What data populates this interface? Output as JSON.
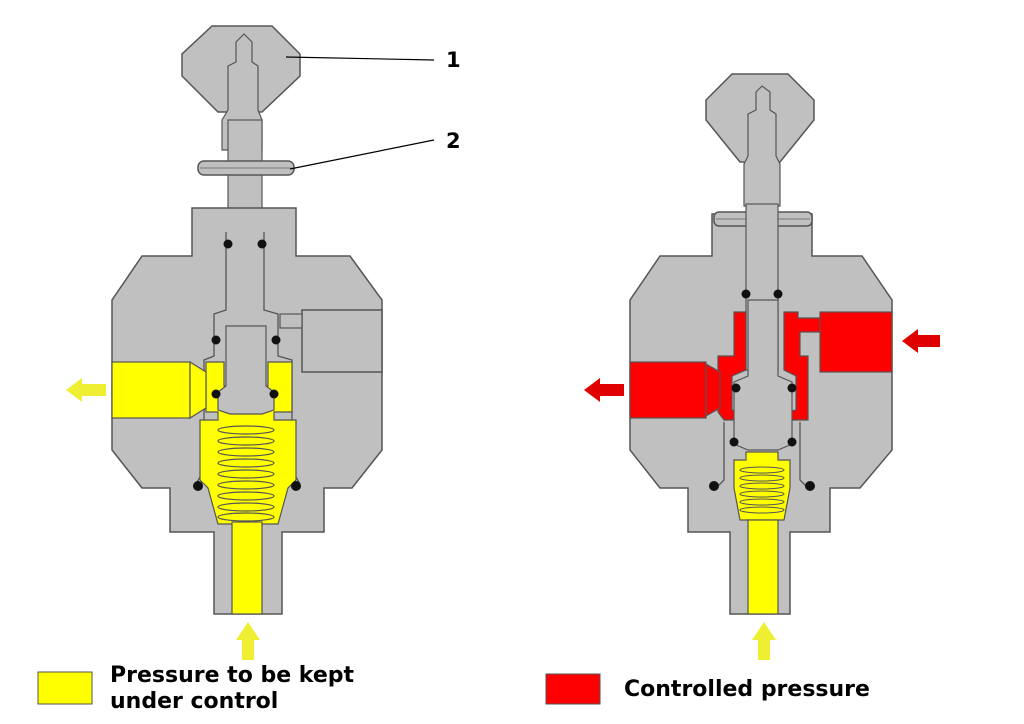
{
  "callouts": {
    "one": "1",
    "two": "2"
  },
  "legend": {
    "yellow": {
      "line1": "Pressure to be kept",
      "line2": "under control",
      "color": "#ffff00"
    },
    "red": {
      "label": "Controlled pressure",
      "color": "#ff0000"
    }
  },
  "colors": {
    "body": "#c0c0c0",
    "outline": "#555555",
    "yellow": "#ffff00",
    "red": "#ff0000",
    "yellow_arrow": "#eeee33",
    "red_arrow": "#e00000"
  }
}
